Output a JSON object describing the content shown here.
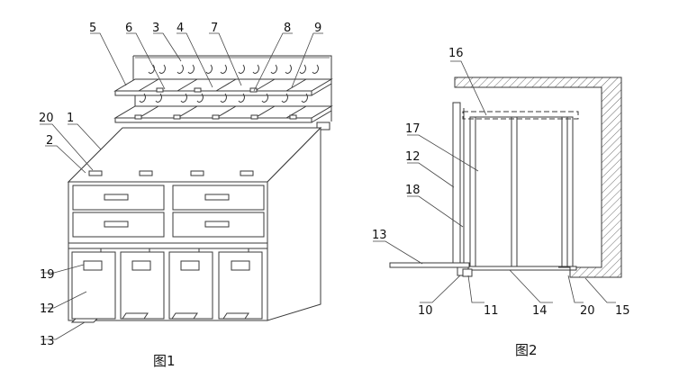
{
  "fig1": {
    "caption": "图1",
    "callouts": [
      "5",
      "6",
      "3",
      "4",
      "7",
      "8",
      "9",
      "20",
      "1",
      "2",
      "19",
      "12",
      "13"
    ]
  },
  "fig2": {
    "caption": "图2",
    "callouts": [
      "16",
      "17",
      "12",
      "18",
      "13",
      "10",
      "11",
      "14",
      "20",
      "15"
    ]
  },
  "colors": {
    "line": "#3a3a3a",
    "text": "#111111",
    "background": "#ffffff"
  }
}
